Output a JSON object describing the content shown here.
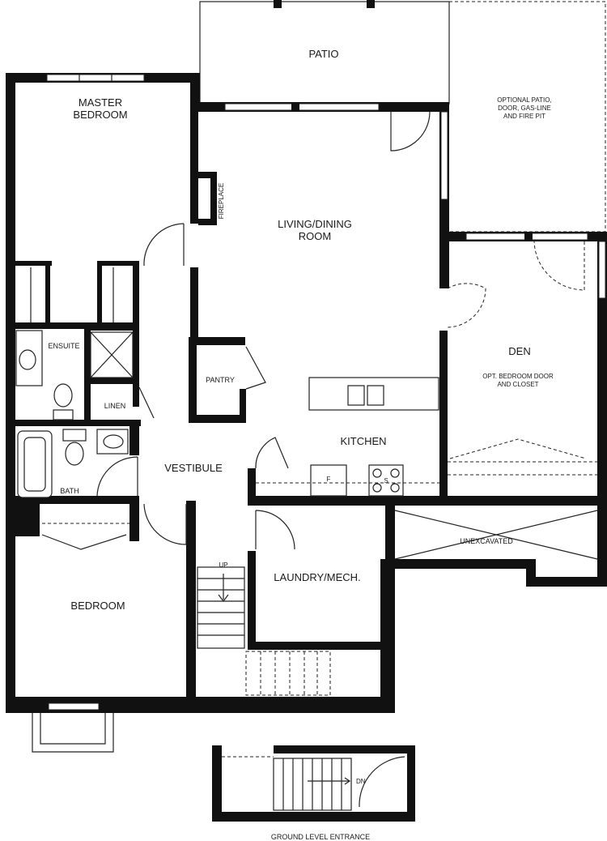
{
  "rooms": {
    "patio": "PATIO",
    "optional_patio": [
      "OPTIONAL PATIO,",
      "DOOR, GAS-LINE",
      "AND FIRE PIT"
    ],
    "master_bedroom": [
      "MASTER",
      "BEDROOM"
    ],
    "fireplace": "FIREPLACE",
    "living_dining": [
      "LIVING/DINING",
      "ROOM"
    ],
    "ensuite": "ENSUITE",
    "pantry": "PANTRY",
    "linen": "LINEN",
    "den": "DEN",
    "den_note": [
      "OPT. BEDROOM DOOR",
      "AND CLOSET"
    ],
    "kitchen": "KITCHEN",
    "fridge": "F",
    "stove": "S",
    "bath": "BATH",
    "vestibule": "VESTIBULE",
    "unexcavated": "UNEXCAVATED",
    "stairs_up": "UP",
    "laundry": "LAUNDRY/MECH.",
    "bedroom": "BEDROOM",
    "stairs_down": "DN",
    "ground_entrance": "GROUND LEVEL ENTRANCE"
  }
}
